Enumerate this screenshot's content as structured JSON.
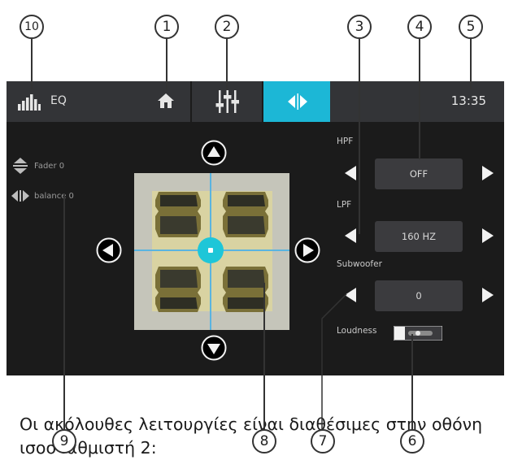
{
  "callouts": {
    "c1": "1",
    "c2": "2",
    "c3": "3",
    "c4": "4",
    "c5": "5",
    "c6": "6",
    "c7": "7",
    "c8": "8",
    "c9": "9",
    "c10": "10"
  },
  "topbar": {
    "eq_label": "EQ",
    "clock": "13:35",
    "icons": [
      "equalizer-icon",
      "home-icon",
      "sliders-icon",
      "balance-fader-icon"
    ],
    "active_tab_color": "#1cb7d6"
  },
  "left_panel": {
    "fader_label": "Fader 0",
    "balance_label": "balance 0"
  },
  "right_panel": {
    "hpf_label": "HPF",
    "hpf_value": "OFF",
    "lpf_label": "LPF",
    "lpf_value": "160 HZ",
    "subwoofer_label": "Subwoofer",
    "subwoofer_value": "0",
    "loudness_label": "Loudness"
  },
  "caption": "Οι ακόλουθες λειτουργίες είναι διαθέσιμες στην οθόνη ισοσταθμιστή 2:"
}
